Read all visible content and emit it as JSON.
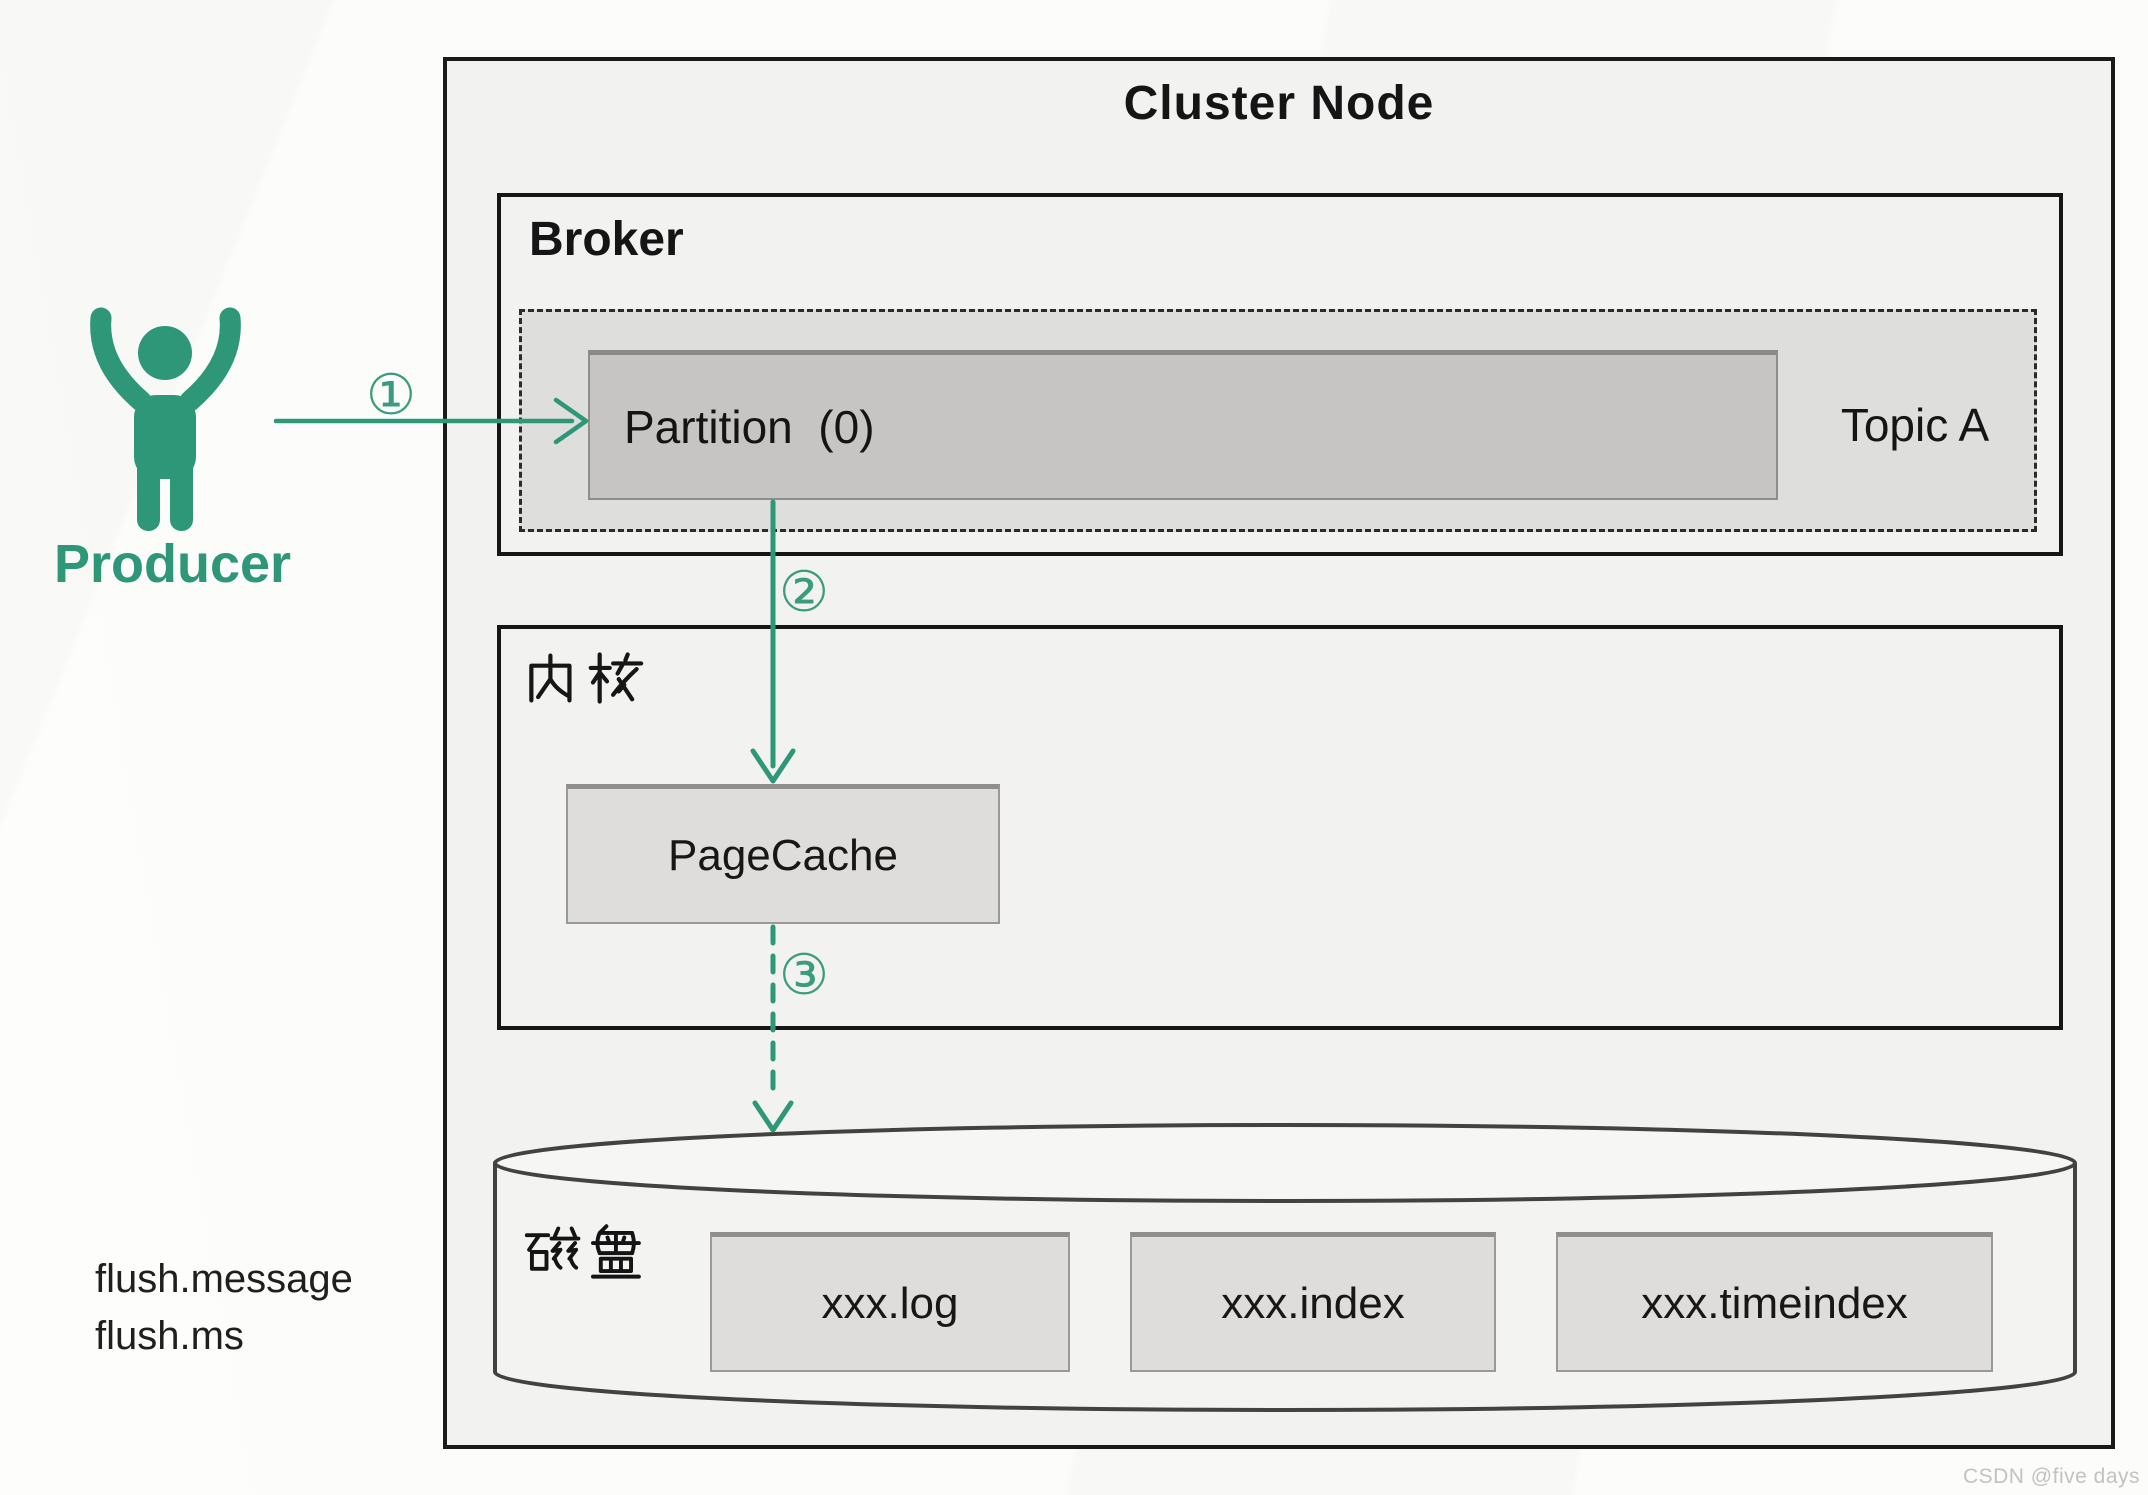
{
  "diagram": {
    "title": "Cluster Node",
    "producer": {
      "label": "Producer"
    },
    "broker": {
      "label": "Broker",
      "topic_label": "Topic A",
      "partition_label": "Partition  (0)"
    },
    "kernel": {
      "label": "内核",
      "pagecache_label": "PageCache"
    },
    "disk": {
      "label": "磁盘",
      "files": [
        "xxx.log",
        "xxx.index",
        "xxx.timeindex"
      ]
    },
    "steps": {
      "one": "①",
      "two": "②",
      "three": "③"
    },
    "config": {
      "line1": "flush.message",
      "line2": "flush.ms"
    },
    "watermark": "CSDN @five days",
    "colors": {
      "accent_green": "#2E9778",
      "box_border": "#1a1a1a",
      "panel_fill": "#f2f2f0",
      "topic_fill": "#dededc",
      "partition_fill": "#c6c5c3",
      "file_fill": "#dedddb",
      "cylinder_stroke": "#424240"
    }
  }
}
